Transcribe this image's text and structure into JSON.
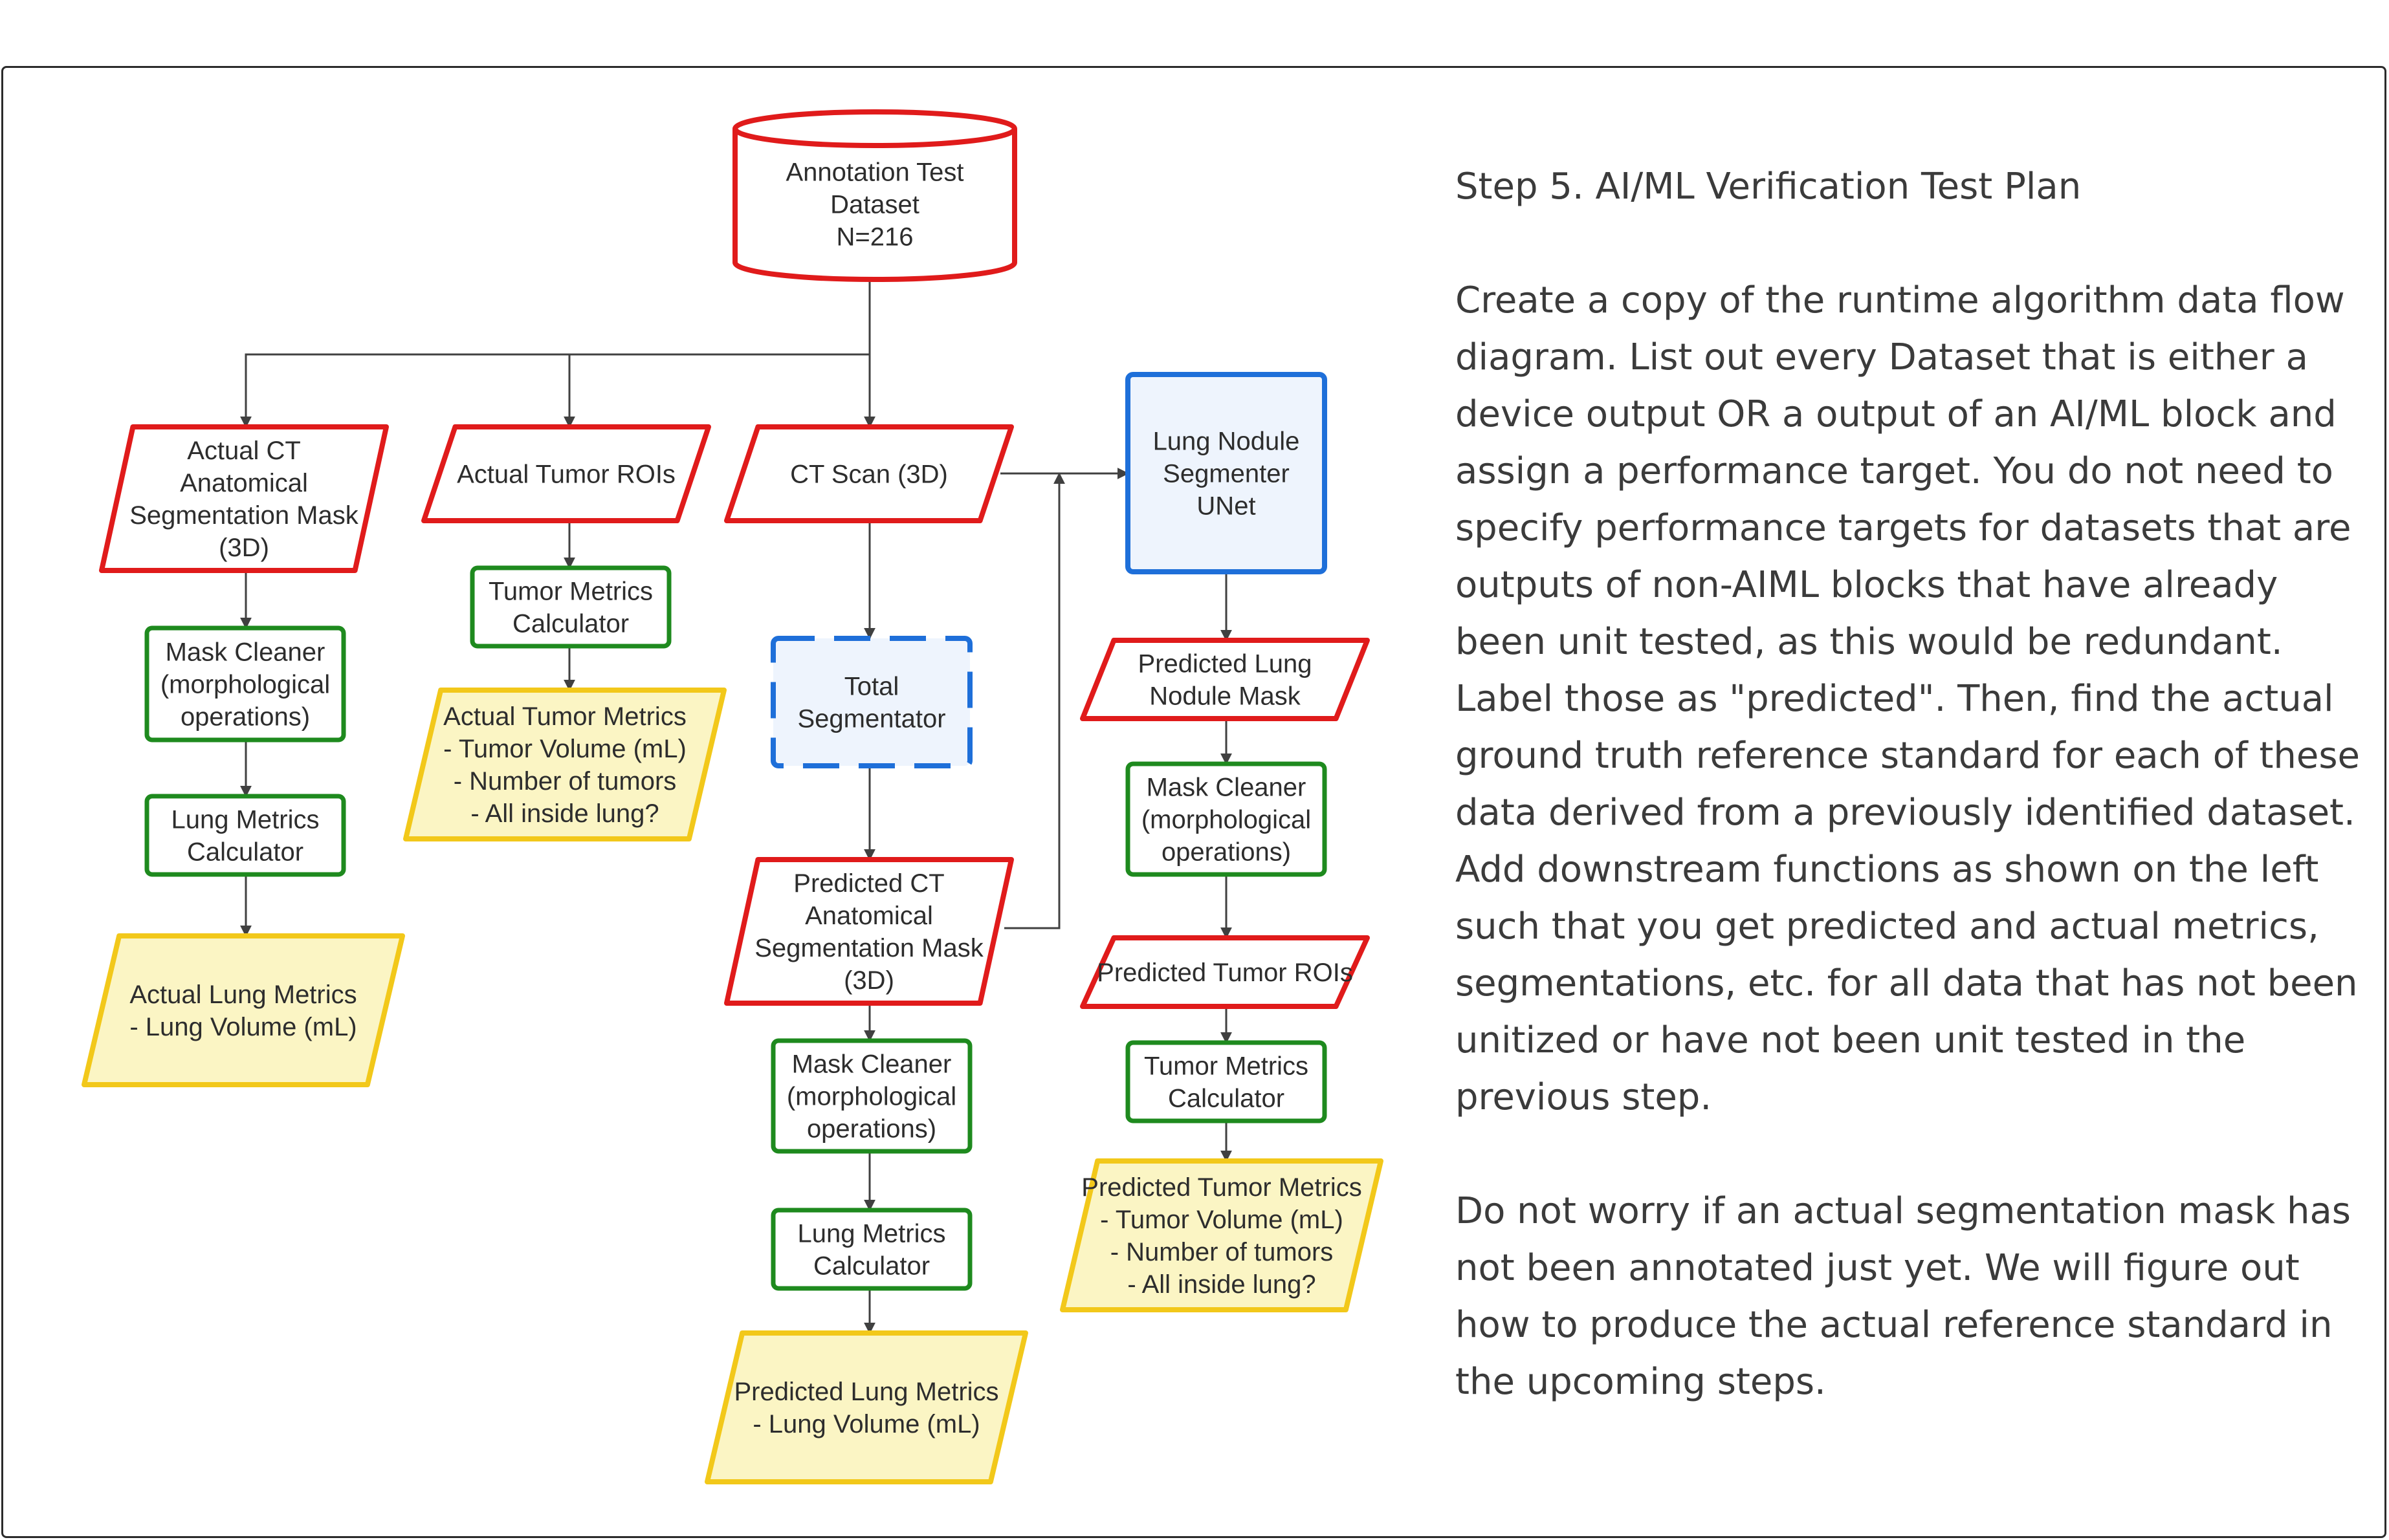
{
  "panel": {
    "title": "Step 5. AI/ML Verification Test Plan",
    "paragraphs": [
      "Create a copy of the runtime algorithm data flow diagram. List out every Dataset that is either a device output OR a output of an AI/ML block and assign a performance target. You do not need to specify performance targets for datasets that are outputs of non-AIML blocks that have already been unit tested, as this would be redundant. Label those as \"predicted\". Then, find the actual ground truth reference standard for each of these data derived from a previously identified dataset. Add downstream functions as shown on the left such that you get predicted and actual metrics, segmentations, etc. for all data that has not been unitized or have not been unit tested in the previous step.",
      "Do not worry if an actual segmentation mask has not been annotated just yet. We will figure out how to produce the actual reference standard in the upcoming steps."
    ]
  },
  "colors": {
    "dataset_red": "#e01b1b",
    "function_green": "#1e8a1e",
    "ai_blue": "#1e6fd9",
    "ai_fill": "#eef4fd",
    "metrics_yellow": "#f2c81a",
    "metrics_fill": "#fbf5c4",
    "connector": "#404040"
  },
  "diagram": {
    "nodes": [
      {
        "id": "annotation-test-dataset",
        "kind": "database",
        "lines": [
          "Annotation Test",
          "Dataset",
          "N=216"
        ]
      },
      {
        "id": "actual-ct-anatomical-mask",
        "kind": "dataset",
        "lines": [
          "Actual CT",
          "Anatomical",
          "Segmentation Mask",
          "(3D)"
        ]
      },
      {
        "id": "actual-tumor-rois",
        "kind": "dataset",
        "lines": [
          "Actual Tumor ROIs"
        ]
      },
      {
        "id": "ct-scan-3d",
        "kind": "dataset",
        "lines": [
          "CT Scan (3D)"
        ]
      },
      {
        "id": "lung-nodule-segmenter-unet",
        "kind": "ai-block",
        "lines": [
          "Lung Nodule",
          "Segmenter",
          "UNet"
        ]
      },
      {
        "id": "mask-cleaner-left",
        "kind": "function",
        "lines": [
          "Mask Cleaner",
          "(morphological",
          "operations)"
        ]
      },
      {
        "id": "tumor-metrics-calculator-left",
        "kind": "function",
        "lines": [
          "Tumor Metrics",
          "Calculator"
        ]
      },
      {
        "id": "total-segmentator",
        "kind": "ai-block-dashed",
        "lines": [
          "Total",
          "Segmentator"
        ]
      },
      {
        "id": "predicted-lung-nodule-mask",
        "kind": "dataset",
        "lines": [
          "Predicted Lung",
          "Nodule Mask"
        ]
      },
      {
        "id": "lung-metrics-calculator-left",
        "kind": "function",
        "lines": [
          "Lung Metrics",
          "Calculator"
        ]
      },
      {
        "id": "actual-tumor-metrics",
        "kind": "metrics",
        "lines": [
          "Actual Tumor Metrics",
          "- Tumor Volume (mL)",
          "- Number of tumors",
          "- All inside lung?"
        ]
      },
      {
        "id": "mask-cleaner-right",
        "kind": "function",
        "lines": [
          "Mask Cleaner",
          "(morphological",
          "operations)"
        ]
      },
      {
        "id": "predicted-ct-anatomical-mask",
        "kind": "dataset",
        "lines": [
          "Predicted CT",
          "Anatomical",
          "Segmentation Mask",
          "(3D)"
        ]
      },
      {
        "id": "predicted-tumor-rois",
        "kind": "dataset",
        "lines": [
          "Predicted Tumor ROIs"
        ]
      },
      {
        "id": "actual-lung-metrics",
        "kind": "metrics",
        "lines": [
          "Actual Lung Metrics",
          "- Lung Volume (mL)"
        ]
      },
      {
        "id": "mask-cleaner-center",
        "kind": "function",
        "lines": [
          "Mask Cleaner",
          "(morphological",
          "operations)"
        ]
      },
      {
        "id": "tumor-metrics-calculator-right",
        "kind": "function",
        "lines": [
          "Tumor Metrics",
          "Calculator"
        ]
      },
      {
        "id": "predicted-tumor-metrics",
        "kind": "metrics",
        "lines": [
          "Predicted Tumor Metrics",
          "- Tumor Volume (mL)",
          "- Number of tumors",
          "- All inside lung?"
        ]
      },
      {
        "id": "lung-metrics-calculator-center",
        "kind": "function",
        "lines": [
          "Lung Metrics",
          "Calculator"
        ]
      },
      {
        "id": "predicted-lung-metrics",
        "kind": "metrics",
        "lines": [
          "Predicted Lung Metrics",
          "- Lung Volume (mL)"
        ]
      }
    ],
    "edges": [
      [
        "annotation-test-dataset",
        "actual-ct-anatomical-mask"
      ],
      [
        "annotation-test-dataset",
        "actual-tumor-rois"
      ],
      [
        "annotation-test-dataset",
        "ct-scan-3d"
      ],
      [
        "ct-scan-3d",
        "lung-nodule-segmenter-unet"
      ],
      [
        "ct-scan-3d",
        "total-segmentator"
      ],
      [
        "total-segmentator",
        "predicted-ct-anatomical-mask"
      ],
      [
        "predicted-ct-anatomical-mask",
        "lung-nodule-segmenter-unet"
      ],
      [
        "predicted-ct-anatomical-mask",
        "mask-cleaner-center"
      ],
      [
        "mask-cleaner-center",
        "lung-metrics-calculator-center"
      ],
      [
        "lung-metrics-calculator-center",
        "predicted-lung-metrics"
      ],
      [
        "actual-ct-anatomical-mask",
        "mask-cleaner-left"
      ],
      [
        "mask-cleaner-left",
        "lung-metrics-calculator-left"
      ],
      [
        "lung-metrics-calculator-left",
        "actual-lung-metrics"
      ],
      [
        "actual-tumor-rois",
        "tumor-metrics-calculator-left"
      ],
      [
        "tumor-metrics-calculator-left",
        "actual-tumor-metrics"
      ],
      [
        "lung-nodule-segmenter-unet",
        "predicted-lung-nodule-mask"
      ],
      [
        "predicted-lung-nodule-mask",
        "mask-cleaner-right"
      ],
      [
        "mask-cleaner-right",
        "predicted-tumor-rois"
      ],
      [
        "predicted-tumor-rois",
        "tumor-metrics-calculator-right"
      ],
      [
        "tumor-metrics-calculator-right",
        "predicted-tumor-metrics"
      ]
    ]
  }
}
